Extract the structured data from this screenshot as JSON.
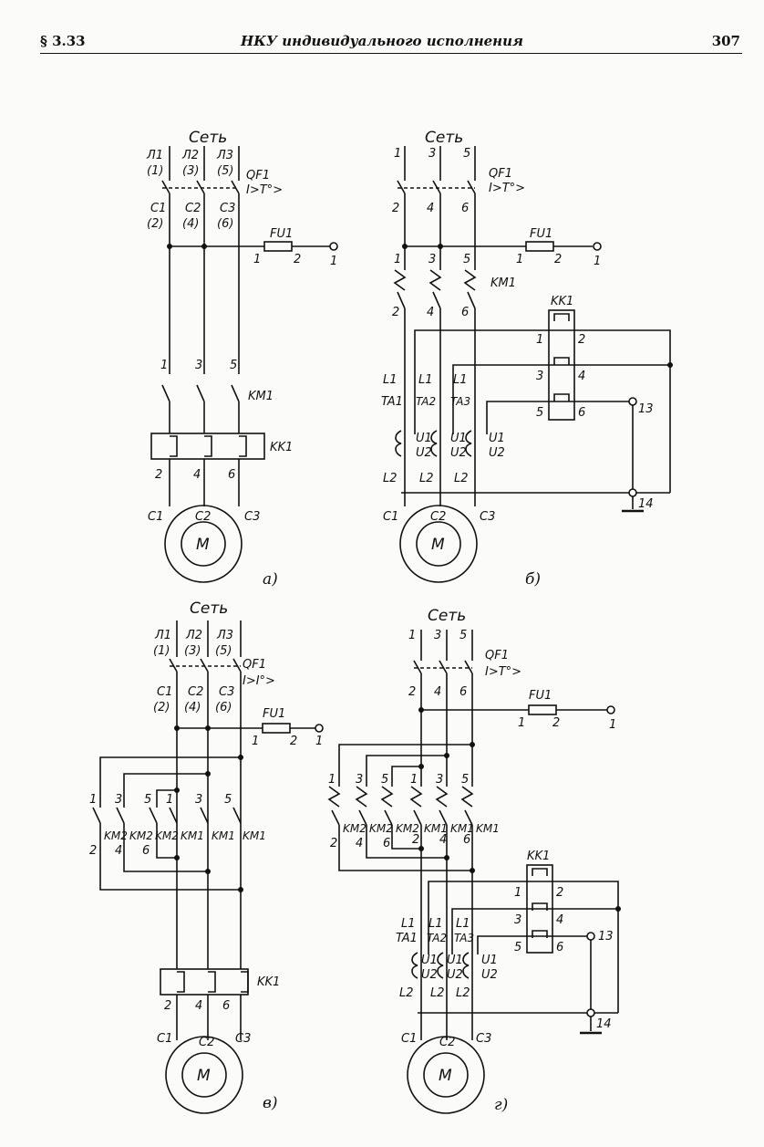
{
  "header": {
    "section": "§ 3.33",
    "title": "НКУ индивидуального исполнения",
    "page": "307"
  },
  "diagrams": {
    "a": {
      "network": "Сеть",
      "supply_labels": [
        "Л1",
        "Л2",
        "Л3"
      ],
      "supply_numbers": [
        "(1)",
        "(3)",
        "(5)"
      ],
      "breaker": "QF1",
      "breaker_trip": "I>T°>",
      "c_labels": [
        "C1",
        "C2",
        "C3"
      ],
      "c_numbers": [
        "(2)",
        "(4)",
        "(6)"
      ],
      "fuse": "FU1",
      "fuse_in": "1",
      "fuse_out": "2",
      "fuse_term": "1",
      "contact_numbers": [
        "1",
        "3",
        "5"
      ],
      "contactor": "KM1",
      "relay": "KK1",
      "relay_out": [
        "2",
        "4",
        "6"
      ],
      "motor_terms": [
        "C1",
        "C2",
        "C3"
      ],
      "motor": "M",
      "caption": "а)"
    },
    "b": {
      "network": "Сеть",
      "supply_numbers": [
        "1",
        "3",
        "5"
      ],
      "breaker": "QF1",
      "breaker_trip": "I>T°>",
      "breaker_out": [
        "2",
        "4",
        "6"
      ],
      "fuse": "FU1",
      "fuse_in": "1",
      "fuse_out": "2",
      "fuse_term": "1",
      "km_in": [
        "1",
        "3",
        "5"
      ],
      "contactor": "KM1",
      "km_out": [
        "2",
        "4",
        "6"
      ],
      "relay": "KK1",
      "relay_pins_left": [
        "1",
        "3",
        "5"
      ],
      "relay_pins_right": [
        "2",
        "4",
        "6"
      ],
      "ct_primary": "L1",
      "ct_names": [
        "TA1",
        "TA2",
        "TA3"
      ],
      "ct_u1": "U1",
      "ct_u2": "U2",
      "ct_l2": "L2",
      "term13": "13",
      "term14": "14",
      "motor_terms": [
        "C1",
        "C2",
        "C3"
      ],
      "motor": "M",
      "caption": "б)"
    },
    "v": {
      "network": "Сеть",
      "supply_labels": [
        "Л1",
        "Л2",
        "Л3"
      ],
      "supply_numbers": [
        "(1)",
        "(3)",
        "(5)"
      ],
      "breaker": "QF1",
      "breaker_trip": "I>I°>",
      "c_labels": [
        "C1",
        "C2",
        "C3"
      ],
      "c_numbers": [
        "(2)",
        "(4)",
        "(6)"
      ],
      "fuse": "FU1",
      "fuse_in": "1",
      "fuse_out": "2",
      "fuse_term": "1",
      "contact_top": [
        "1",
        "3",
        "5",
        "1",
        "3",
        "5"
      ],
      "contact_names": [
        "KM2",
        "KM2",
        "KM2",
        "KM1",
        "KM1",
        "KM1"
      ],
      "contact_bottom": [
        "2",
        "4",
        "6"
      ],
      "relay": "KK1",
      "relay_out": [
        "2",
        "4",
        "6"
      ],
      "motor_terms": [
        "C1",
        "C2",
        "C3"
      ],
      "motor": "M",
      "caption": "в)"
    },
    "g": {
      "network": "Сеть",
      "supply_numbers": [
        "1",
        "3",
        "5"
      ],
      "breaker": "QF1",
      "breaker_trip": "I>T°>",
      "breaker_out": [
        "2",
        "4",
        "6"
      ],
      "fuse": "FU1",
      "fuse_in": "1",
      "fuse_out": "2",
      "fuse_term": "1",
      "contact_top": [
        "1",
        "3",
        "5",
        "1",
        "3",
        "5"
      ],
      "contact_names": [
        "KM2",
        "KM2",
        "KM2",
        "KM1",
        "KM1",
        "KM1"
      ],
      "contact_bottom": [
        "2",
        "4",
        "6",
        "2",
        "4",
        "6"
      ],
      "relay": "KK1",
      "relay_pins_left": [
        "1",
        "3",
        "5"
      ],
      "relay_pins_right": [
        "2",
        "4",
        "6"
      ],
      "ct_primary": "L1",
      "ct_names": [
        "TA1",
        "TA2",
        "TA3"
      ],
      "ct_u1": "U1",
      "ct_u2": "U2",
      "ct_l2": "L2",
      "term13": "13",
      "term14": "14",
      "motor_terms": [
        "C1",
        "C2",
        "C3"
      ],
      "motor": "M",
      "caption": "г)"
    }
  }
}
